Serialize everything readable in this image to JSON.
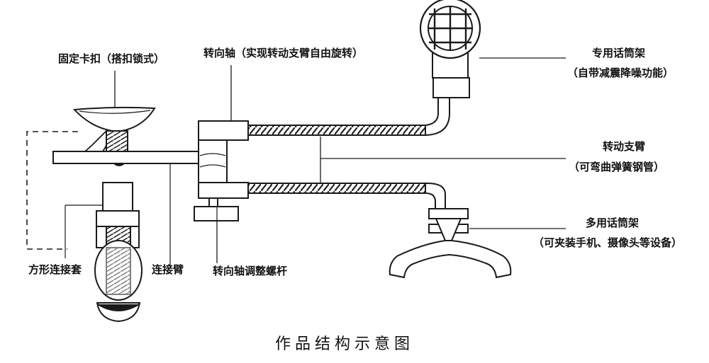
{
  "labels": {
    "fixed_clip": "固定卡扣（搭扣锁式）",
    "turning_shaft": "转向轴（实现转动支臂自由旋转）",
    "mic_holder_title": "专用话筒架",
    "mic_holder_note": "（自带减震降噪功能）",
    "rotating_arm_title": "转动支臂",
    "rotating_arm_note": "（可弯曲弹簧钢管）",
    "multi_holder_title": "多用话筒架",
    "multi_holder_note": "（可夹装手机、摄像头等设备）",
    "square_sleeve": "方形连接套",
    "connecting_arm": "连接臂",
    "shaft_screw": "转向轴调整螺杆"
  },
  "caption": "作品结构示意图"
}
